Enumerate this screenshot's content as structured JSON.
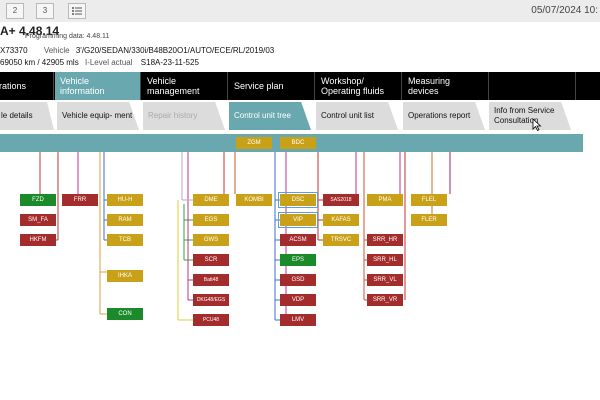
{
  "toolbar": {
    "buttons": [
      "2",
      "3"
    ],
    "datetime": "05/07/2024 10:"
  },
  "header": {
    "version": "A+  4.48.14",
    "programming_data": "Programming data:  4.48.11",
    "vin": "X73370",
    "vehicle_label": "Vehicle",
    "vehicle_value": "3'/G20/SEDAN/330i/B48B20O1/AUTO/ECE/RL/2019/03",
    "mileage": "69050 km / 42905 mls",
    "ilevel_label": "I-Level actual",
    "ilevel_value": "S18A-23-11-525"
  },
  "main_tabs": [
    {
      "label": "rations"
    },
    {
      "label": "Vehicle information"
    },
    {
      "label": "Vehicle management"
    },
    {
      "label": "Service plan"
    },
    {
      "label": "Workshop/ Operating fluids"
    },
    {
      "label": "Measuring devices"
    }
  ],
  "sub_tabs": [
    {
      "label": "le details"
    },
    {
      "label": "Vehicle equip- ment"
    },
    {
      "label": "Repair history"
    },
    {
      "label": "Control unit tree"
    },
    {
      "label": "Control unit list"
    },
    {
      "label": "Operations report"
    },
    {
      "label": "Info from Service Consultation"
    }
  ],
  "colors": {
    "accent": "#6aa8b0",
    "ecu_ok": "#c8a118",
    "ecu_fault": "#a32c2c",
    "ecu_green": "#1b8a2a"
  },
  "ecus": {
    "zgm": "ZGM",
    "bdc": "BDC",
    "fzd": "FZD",
    "sm_fa": "SM_FA",
    "hkfm": "HKFM",
    "frr": "FRR",
    "hu_h": "HU-H",
    "ram": "RAM",
    "tcb": "TCB",
    "ihka": "IHKA",
    "con": "CON",
    "dme": "DME",
    "egs": "EGS",
    "gws": "GWS",
    "scr": "SCR",
    "batt48": "Batt48",
    "dkg48": "DKG48/EGS",
    "pcu48": "PCU48",
    "kombi": "KOMBI",
    "dsc": "DSC",
    "vip": "VIP",
    "acsm": "ACSM",
    "eps": "EPS",
    "gsd": "GSD",
    "vdp": "VDP",
    "lmv": "LMV",
    "sas2018": "SAS2018",
    "kafas": "KAFAS",
    "trsvc": "TRSVC",
    "pma": "PMA",
    "srr_hr": "SRR_HR",
    "srr_hl": "SRR_HL",
    "srr_vl": "SRR_VL",
    "srr_vr": "SRR_VR",
    "flel": "FLEL",
    "fler": "FLER"
  }
}
